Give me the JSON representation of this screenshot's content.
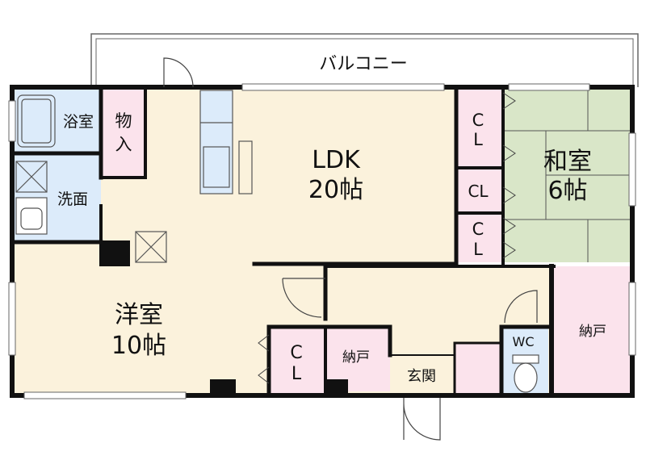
{
  "balcony": {
    "label": "バルコニー"
  },
  "rooms": {
    "bath": {
      "label": "浴室"
    },
    "storage": {
      "line1": "物",
      "line2": "入"
    },
    "washroom": {
      "label": "洗面"
    },
    "ldk": {
      "name": "LDK",
      "size": "20帖"
    },
    "japanese": {
      "name": "和室",
      "size": "6帖"
    },
    "western": {
      "name": "洋室",
      "size": "10帖"
    },
    "entrance": {
      "label": "玄関"
    },
    "nando_small": {
      "label": "納戸"
    },
    "nando_right": {
      "label": "納戸"
    },
    "wc": {
      "label": "WC"
    }
  },
  "closets": {
    "top": {
      "line1": "C",
      "line2": "L"
    },
    "mid": {
      "label": "CL"
    },
    "bottom": {
      "line1": "C",
      "line2": "L"
    },
    "western": {
      "line1": "C",
      "line2": "L"
    }
  },
  "colors": {
    "wall": "#111111",
    "ldk": "#fbf2dc",
    "western": "#fbf2dc",
    "corridor": "#fbf2dc",
    "wet": "#dcebfa",
    "closet": "#fbe3ec",
    "tatami": "#d9e6c8"
  }
}
